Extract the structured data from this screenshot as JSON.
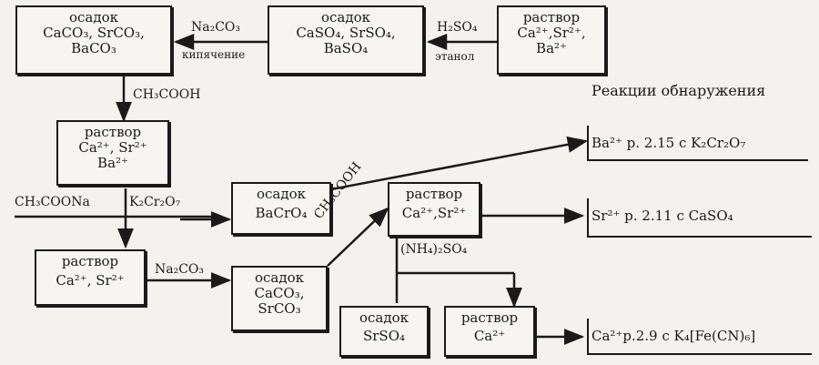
{
  "nodes": {
    "n1": {
      "title": "осадок",
      "l1": "CaCO₃, SrCO₃,",
      "l2": "BaCO₃"
    },
    "n2": {
      "title": "осадок",
      "l1": "CaSO₄, SrSO₄,",
      "l2": "BaSO₄"
    },
    "n3": {
      "title": "раствор",
      "l1": "Ca²⁺,Sr²⁺,",
      "l2": "Ba²⁺"
    },
    "n4": {
      "title": "раствор",
      "l1": "Ca²⁺, Sr²⁺",
      "l2": "Ba²⁺"
    },
    "n5": {
      "title": "осадок",
      "l1": "BaCrO₄"
    },
    "n6": {
      "title": "раствор",
      "l1": "Ca²⁺,Sr²⁺"
    },
    "n7": {
      "title": "раствор",
      "l1": "Ca²⁺, Sr²⁺"
    },
    "n8": {
      "title": "осадок",
      "l1": "CaCO₃,",
      "l2": "SrCO₃"
    },
    "n9": {
      "title": "осадок",
      "l1": "SrSO₄"
    },
    "n10": {
      "title": "раствор",
      "l1": "Ca²⁺"
    }
  },
  "labels": {
    "h2so4": "H₂SO₄",
    "ethanol": "этанол",
    "na2co3_top": "Na₂CO₃",
    "boiling": "кипячение",
    "ch3cooh_1": "CH₃COOH",
    "ch3coona": "CH₃COONa",
    "k2cr2o7": "K₂Cr₂O₇",
    "na2co3_bottom": "Na₂CO₃",
    "ch3cooh_2": "CH₃COOH",
    "nh4so4": "(NH₄)₂SO₄"
  },
  "detection": {
    "header": "Реакции обнаружения",
    "ba": "Ba²⁺ р. 2.15 с K₂Cr₂O₇",
    "sr": "Sr²⁺ р. 2.11 с CaSO₄",
    "ca": "Ca²⁺р.2.9 с K₄[Fe(CN)₆]"
  }
}
